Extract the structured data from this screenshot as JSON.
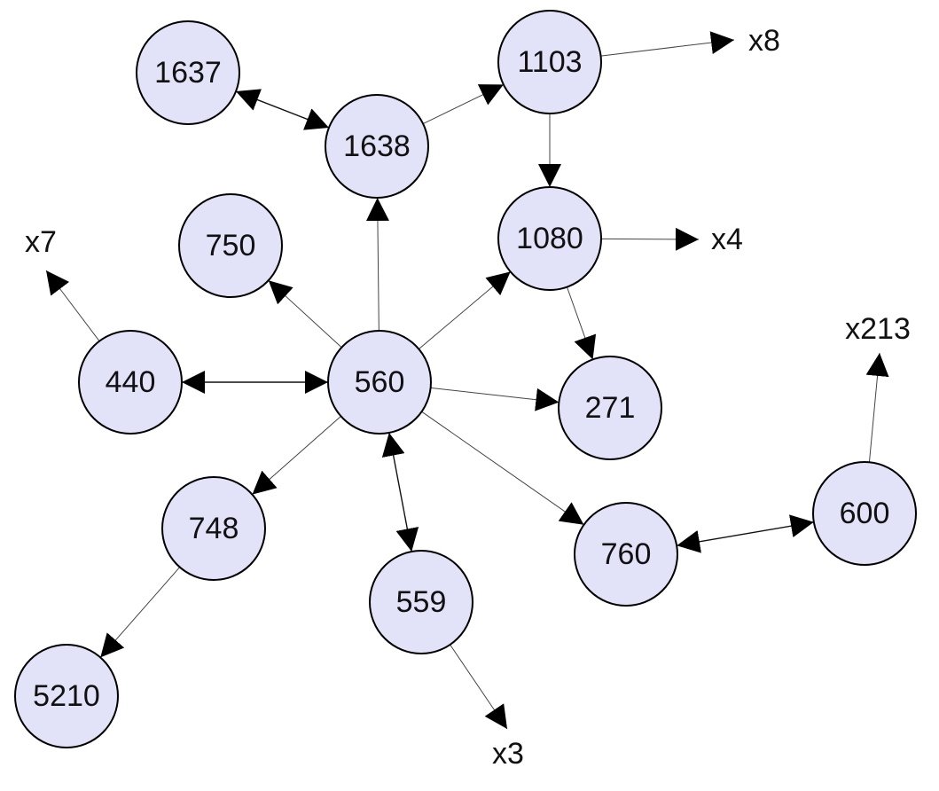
{
  "nodes": [
    {
      "id": "1637",
      "label": "1637"
    },
    {
      "id": "1638",
      "label": "1638"
    },
    {
      "id": "1103",
      "label": "1103"
    },
    {
      "id": "1080",
      "label": "1080"
    },
    {
      "id": "750",
      "label": "750"
    },
    {
      "id": "440",
      "label": "440"
    },
    {
      "id": "560",
      "label": "560"
    },
    {
      "id": "271",
      "label": "271"
    },
    {
      "id": "748",
      "label": "748"
    },
    {
      "id": "559",
      "label": "559"
    },
    {
      "id": "760",
      "label": "760"
    },
    {
      "id": "600",
      "label": "600"
    },
    {
      "id": "5210",
      "label": "5210"
    }
  ],
  "external_nodes": [
    {
      "id": "x8",
      "label": "x8"
    },
    {
      "id": "x4",
      "label": "x4"
    },
    {
      "id": "x7",
      "label": "x7"
    },
    {
      "id": "x213",
      "label": "x213"
    },
    {
      "id": "x3",
      "label": "x3"
    }
  ],
  "edges": [
    {
      "from": "1637",
      "to": "1638",
      "bidirectional": true
    },
    {
      "from": "1638",
      "to": "1103",
      "bidirectional": false
    },
    {
      "from": "1103",
      "to": "x8",
      "bidirectional": false
    },
    {
      "from": "1103",
      "to": "1080",
      "bidirectional": false
    },
    {
      "from": "1080",
      "to": "x4",
      "bidirectional": false
    },
    {
      "from": "1080",
      "to": "271",
      "bidirectional": false
    },
    {
      "from": "560",
      "to": "1638",
      "bidirectional": false
    },
    {
      "from": "560",
      "to": "750",
      "bidirectional": false
    },
    {
      "from": "560",
      "to": "1080",
      "bidirectional": false
    },
    {
      "from": "440",
      "to": "560",
      "bidirectional": true
    },
    {
      "from": "440",
      "to": "x7",
      "bidirectional": false
    },
    {
      "from": "560",
      "to": "271",
      "bidirectional": false
    },
    {
      "from": "560",
      "to": "748",
      "bidirectional": false
    },
    {
      "from": "560",
      "to": "559",
      "bidirectional": true
    },
    {
      "from": "560",
      "to": "760",
      "bidirectional": false
    },
    {
      "from": "760",
      "to": "600",
      "bidirectional": true
    },
    {
      "from": "600",
      "to": "x213",
      "bidirectional": false
    },
    {
      "from": "748",
      "to": "5210",
      "bidirectional": false
    },
    {
      "from": "559",
      "to": "x3",
      "bidirectional": false
    }
  ],
  "colors": {
    "node_fill": "#e2e2f8",
    "node_stroke": "#000000",
    "edge": "#444444",
    "arrowhead": "#000000"
  }
}
